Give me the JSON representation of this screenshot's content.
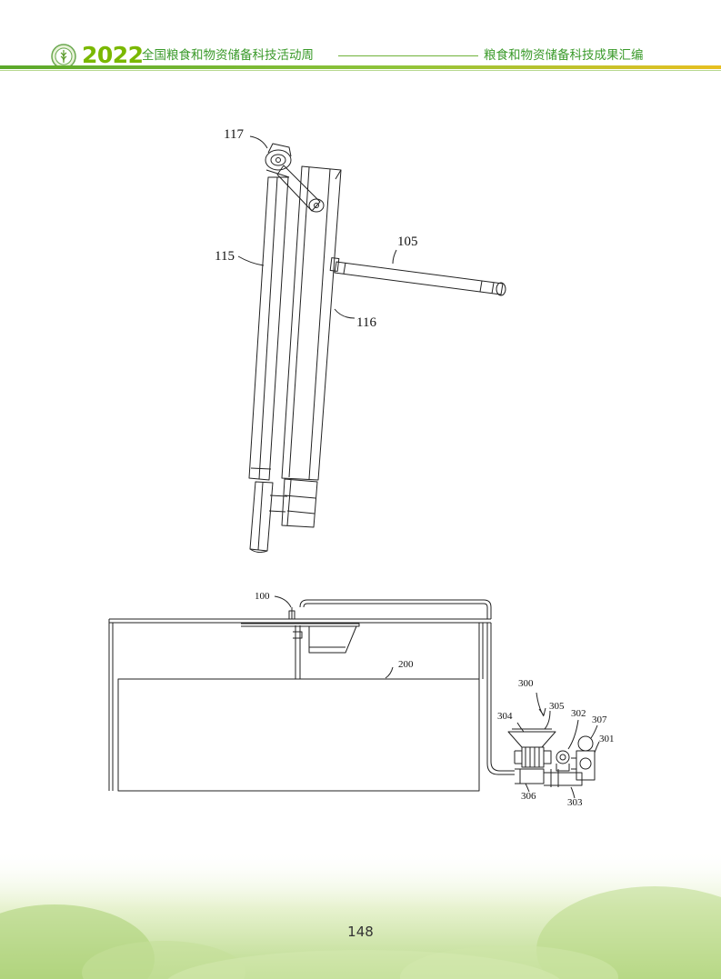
{
  "header": {
    "year": "2022",
    "left_title": "全国粮食和物资储备科技活动周",
    "right_title": "粮食和物资储备科技成果汇编"
  },
  "figure_top": {
    "labels": {
      "l117": "117",
      "l115": "115",
      "l105": "105",
      "l116": "116"
    }
  },
  "figure_bottom": {
    "labels": {
      "l100": "100",
      "l200": "200",
      "l300": "300",
      "l304": "304",
      "l305": "305",
      "l302": "302",
      "l307": "307",
      "l301": "301",
      "l306": "306",
      "l303": "303"
    }
  },
  "footer": {
    "page_number": "148"
  },
  "colors": {
    "brand_green": "#3a9a2a",
    "year_green": "#7ab800"
  }
}
